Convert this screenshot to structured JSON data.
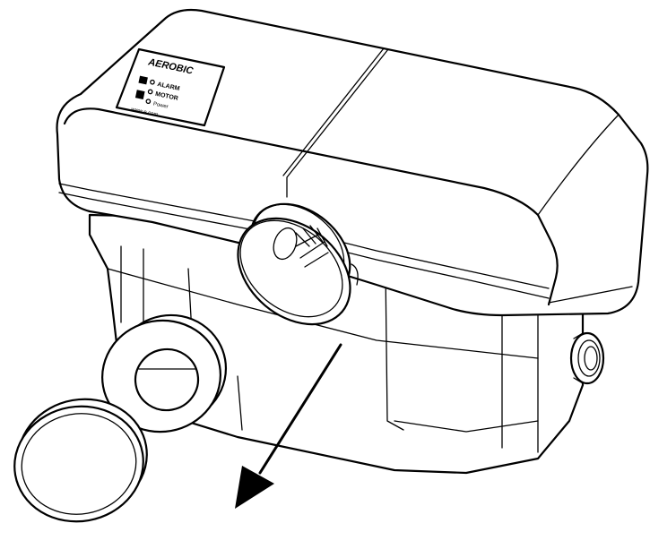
{
  "figure": {
    "kind": "technical line drawing",
    "subject": "pump unit with removable inlet cap and gasket",
    "colors": {
      "stroke": "#000000",
      "background": "#ffffff"
    },
    "label_panel": {
      "brand": "AEROBIC",
      "status_items": [
        {
          "text": "ALARM"
        },
        {
          "text": "MOTOR"
        },
        {
          "text": "Power"
        }
      ],
      "footer": "www.e.com"
    },
    "parts": [
      "housing-lid",
      "housing-body",
      "inlet-port",
      "side-port",
      "gasket-ring",
      "end-cap",
      "removal-arrow"
    ],
    "arrow": {
      "direction": "down-left",
      "meaning": "remove end cap and gasket"
    }
  }
}
